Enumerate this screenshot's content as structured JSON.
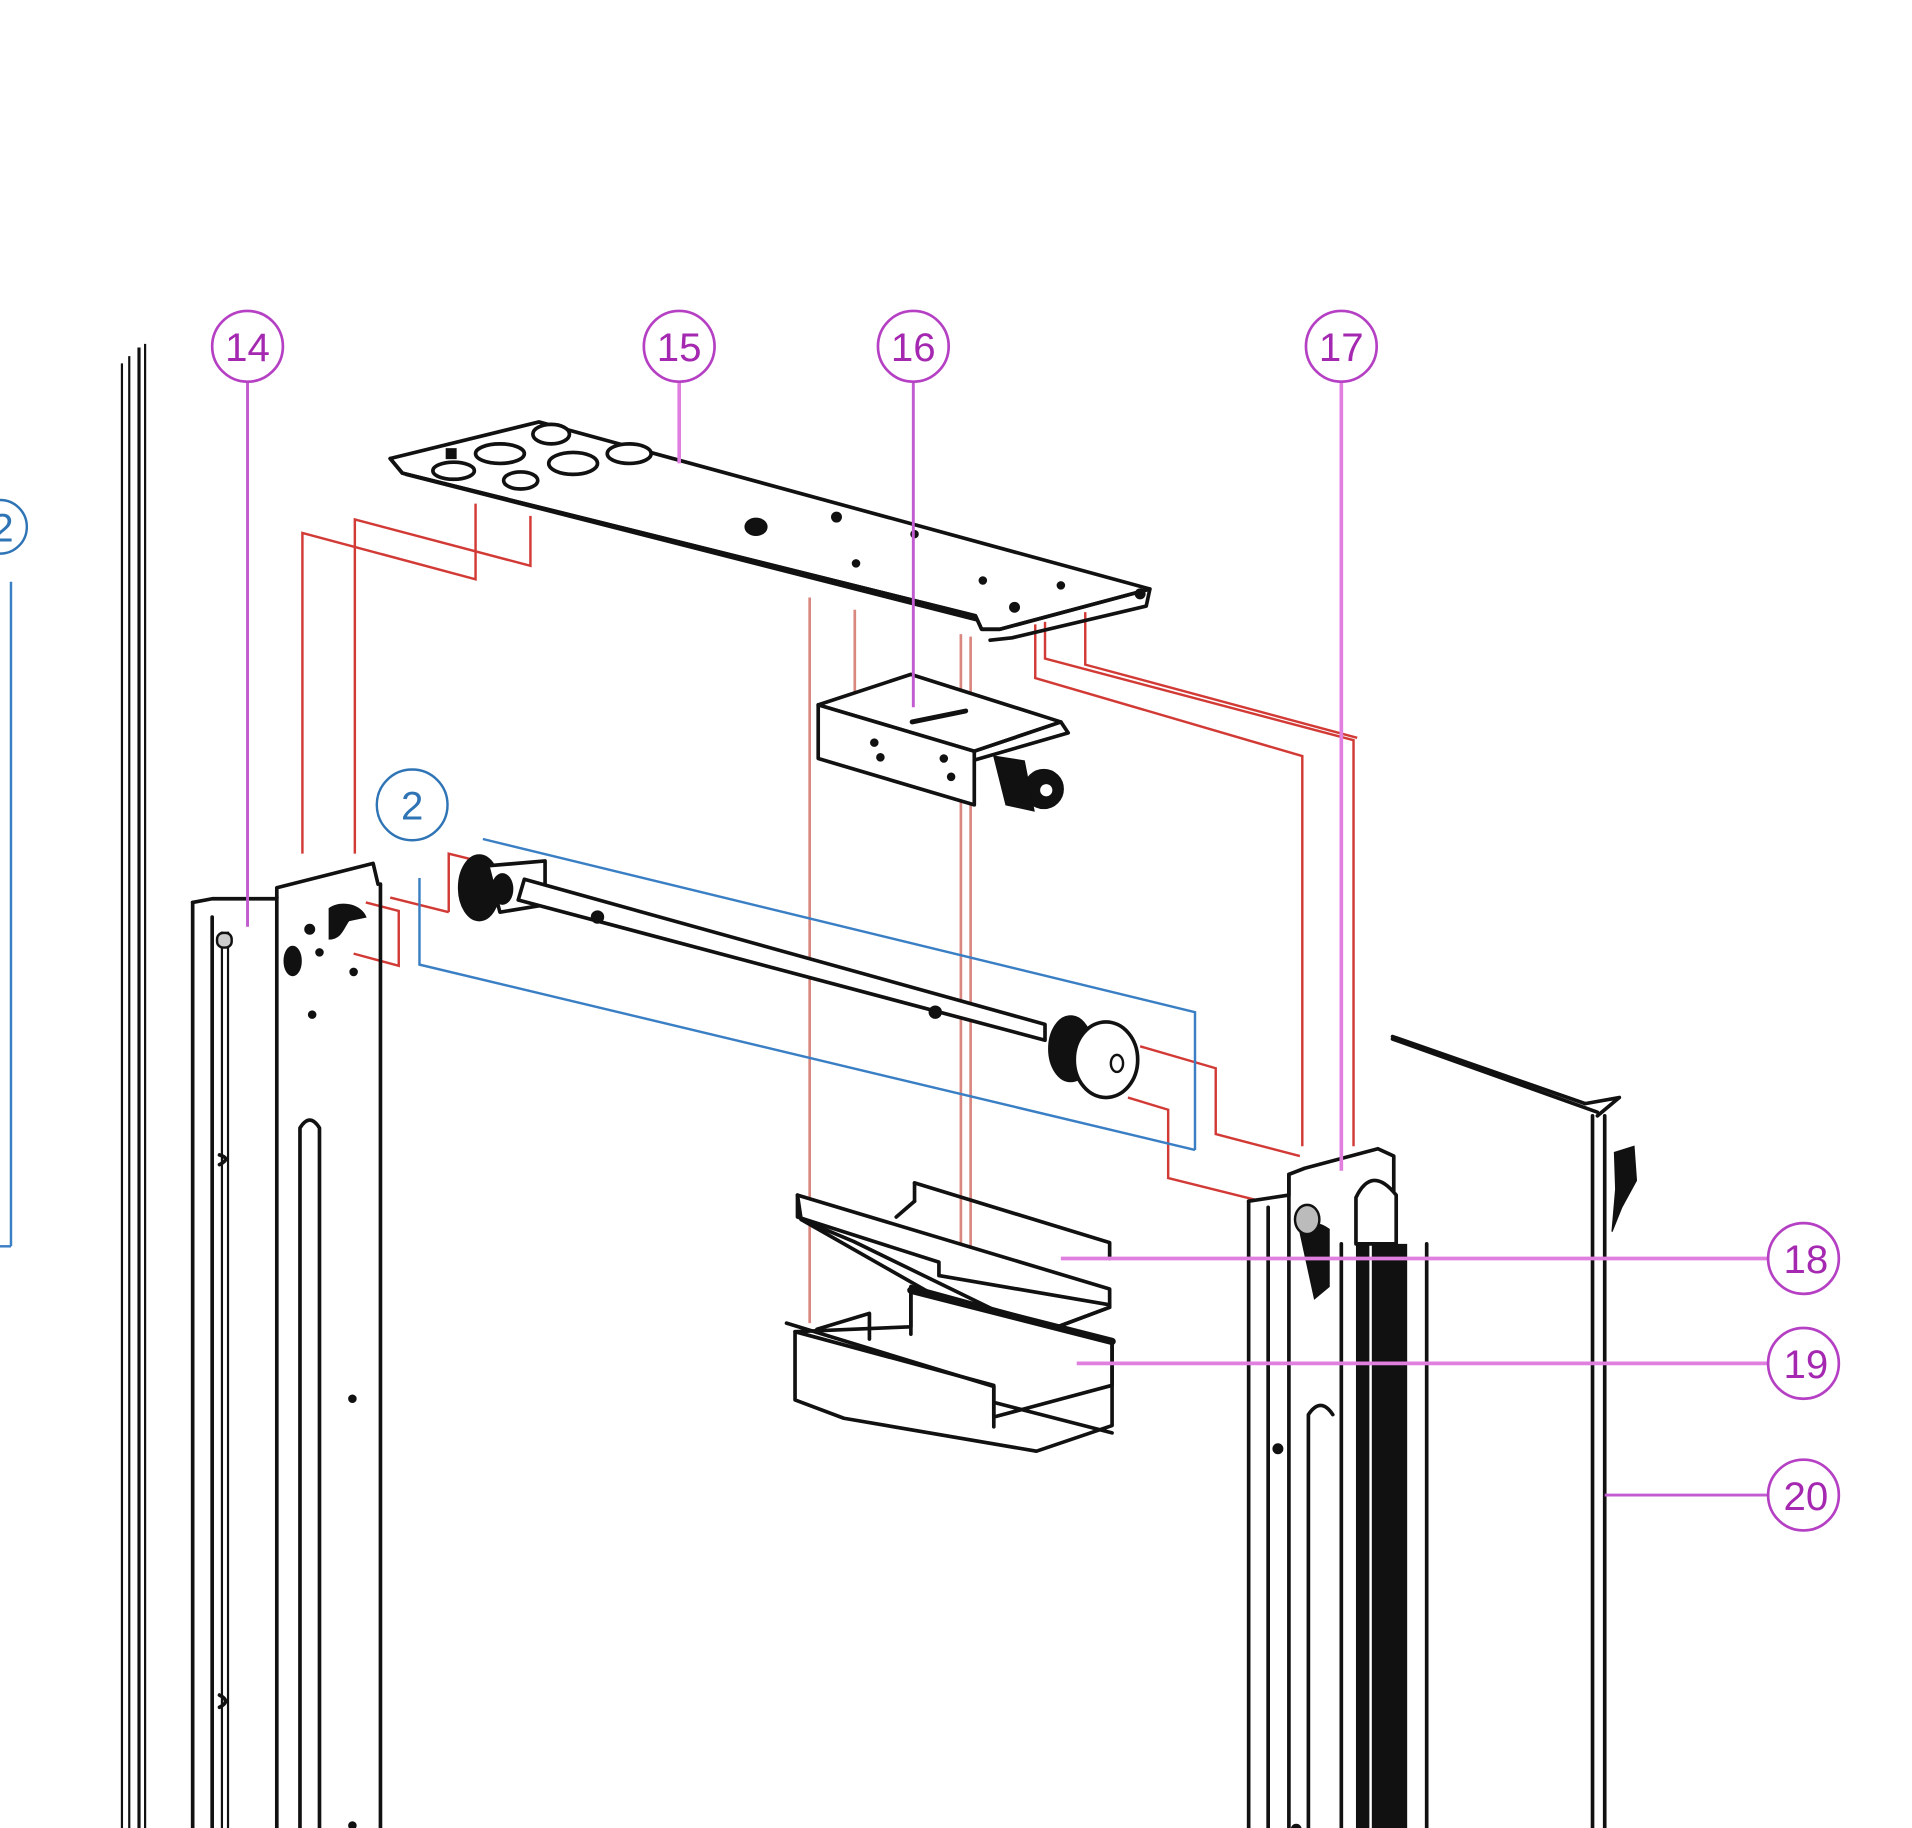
{
  "diagram": {
    "title": "Exploded assembly view",
    "colors": {
      "outline": "#111111",
      "callout": "#b540c4",
      "assembly_guide_red": "#d23a36",
      "assembly_guide_blue": "#3a7fc4",
      "secondary_callout": "#2f74b5"
    },
    "callouts": [
      {
        "id": "14",
        "label": "14",
        "part": "left-column"
      },
      {
        "id": "15",
        "label": "15",
        "part": "top-plate"
      },
      {
        "id": "16",
        "label": "16",
        "part": "lock-box"
      },
      {
        "id": "17",
        "label": "17",
        "part": "right-column"
      },
      {
        "id": "18",
        "label": "18",
        "part": "upper-tray"
      },
      {
        "id": "19",
        "label": "19",
        "part": "lower-tray"
      },
      {
        "id": "20",
        "label": "20",
        "part": "side-rod"
      }
    ],
    "secondary_callouts": [
      {
        "id": "2",
        "label": "2",
        "part": "cross-shaft"
      },
      {
        "id": "2-partial",
        "label": "2",
        "part": "offscreen-left"
      }
    ]
  }
}
